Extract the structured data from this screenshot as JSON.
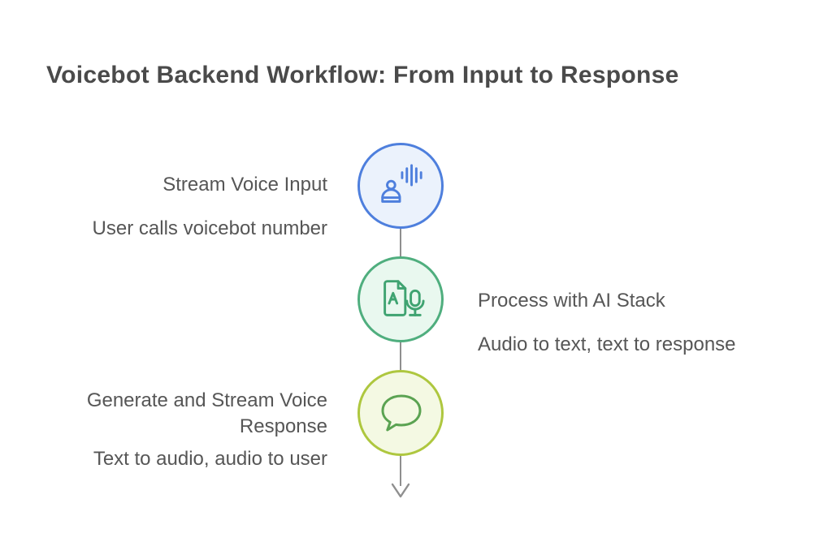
{
  "title": "Voicebot Backend Workflow: From Input to Response",
  "diagram_type": "vertical-workflow-timeline",
  "connector_color": "#8f8f8f",
  "steps": [
    {
      "label": "Stream Voice Input",
      "description": "User calls voicebot number",
      "side": "left",
      "icon": "robot-voice-wave-icon",
      "circle_border": "#4e7fdd",
      "circle_fill": "#ebf2fc",
      "icon_color": "#4e7fdd"
    },
    {
      "label": "Process with AI Stack",
      "description": "Audio to text, text to response",
      "side": "right",
      "icon": "document-transcription-mic-icon",
      "circle_border": "#4fae7e",
      "circle_fill": "#e9f8ef",
      "icon_color": "#3fa371"
    },
    {
      "label": "Generate and Stream Voice Response",
      "description": "Text to audio, audio to user",
      "side": "left",
      "icon": "speech-bubble-icon",
      "circle_border": "#aec횉3f",
      "circle_fill": "#f4f9e3",
      "icon_color": "#5ba352"
    }
  ],
  "end_marker": "down-arrow-icon"
}
